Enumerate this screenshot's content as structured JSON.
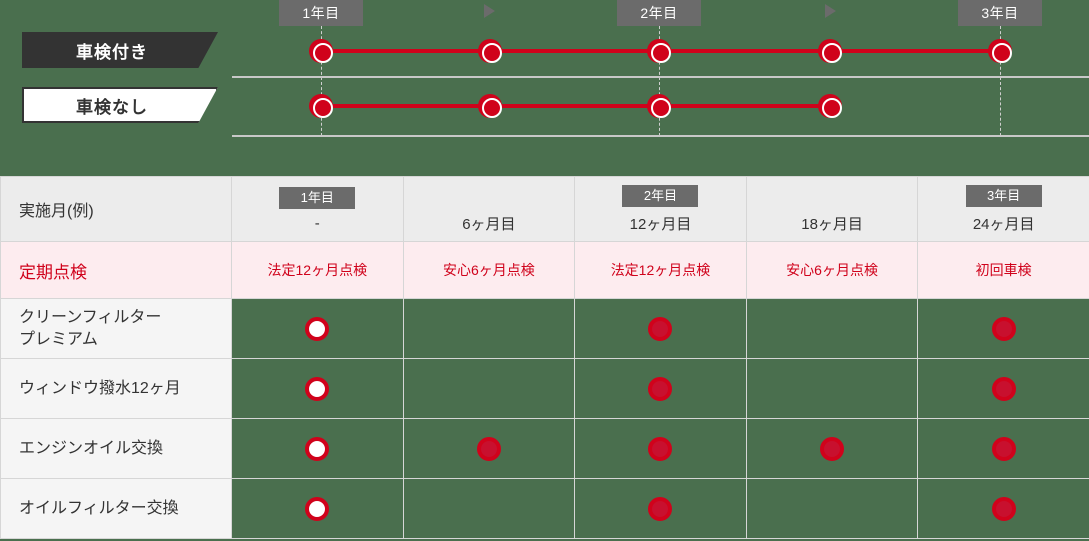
{
  "theme": {
    "background_green": "#4a6f4e",
    "accent_red": "#d0021b",
    "badge_gray": "#6b6b6b",
    "banner_dark": "#333333",
    "row_pink": "#fdecef",
    "row_gray": "#ececec",
    "label_gray": "#f5f5f5"
  },
  "timeline": {
    "tracks": [
      {
        "id": "with-shaken",
        "label": "車検付き",
        "style": "dark",
        "node_count": 5
      },
      {
        "id": "without-shaken",
        "label": "車検なし",
        "style": "light",
        "node_count": 4
      }
    ],
    "year_badges": [
      {
        "label": "1年目",
        "column": 1
      },
      {
        "label": "2年目",
        "column": 3
      },
      {
        "label": "3年目",
        "column": 5
      }
    ],
    "arrows": [
      {
        "name": "arrow-1",
        "column": 2
      },
      {
        "name": "arrow-2",
        "column": 4
      }
    ]
  },
  "table": {
    "month_row": {
      "label": "実施月(例)",
      "cells": [
        {
          "badge": "1年目",
          "text": "-"
        },
        {
          "badge": "",
          "text": "6ヶ月目"
        },
        {
          "badge": "2年目",
          "text": "12ヶ月目"
        },
        {
          "badge": "",
          "text": "18ヶ月目"
        },
        {
          "badge": "3年目",
          "text": "24ヶ月目"
        }
      ]
    },
    "inspection_row": {
      "label": "定期点検",
      "cells": [
        "法定12ヶ月点検",
        "安心6ヶ月点検",
        "法定12ヶ月点検",
        "安心6ヶ月点検",
        "初回車検"
      ]
    },
    "item_rows": [
      {
        "label": "クリーンフィルター\nプレミアム",
        "label_lines": [
          "クリーンフィルター",
          "プレミアム"
        ],
        "marks": [
          "hollow",
          "none",
          "solid",
          "none",
          "solid"
        ]
      },
      {
        "label": "ウィンドウ撥水12ヶ月",
        "label_lines": [
          "ウィンドウ撥水12ヶ月"
        ],
        "marks": [
          "hollow",
          "none",
          "solid",
          "none",
          "solid"
        ]
      },
      {
        "label": "エンジンオイル交換",
        "label_lines": [
          "エンジンオイル交換"
        ],
        "marks": [
          "hollow",
          "solid",
          "solid",
          "solid",
          "solid"
        ]
      },
      {
        "label": "オイルフィルター交換",
        "label_lines": [
          "オイルフィルター交換"
        ],
        "marks": [
          "hollow",
          "none",
          "solid",
          "none",
          "solid"
        ]
      }
    ]
  }
}
